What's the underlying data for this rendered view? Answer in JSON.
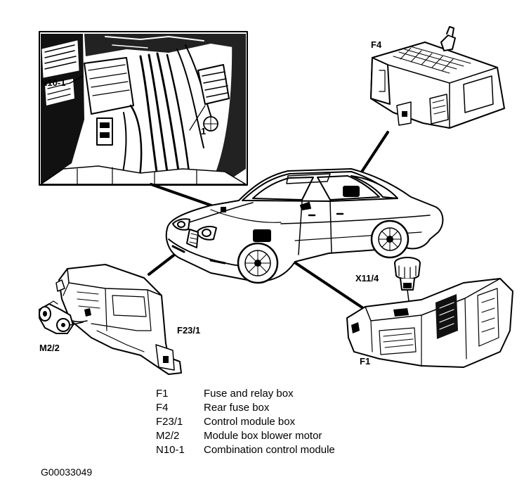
{
  "callouts": {
    "n10_1": "N10-1",
    "part_1": "1",
    "f4": "F4",
    "x11_4": "X11/4",
    "f23_1": "F23/1",
    "m2_2": "M2/2",
    "f1": "F1"
  },
  "legend": [
    {
      "code": "F1",
      "description": "Fuse and relay box"
    },
    {
      "code": "F4",
      "description": "Rear fuse box"
    },
    {
      "code": "F23/1",
      "description": "Control module box"
    },
    {
      "code": "M2/2",
      "description": "Module box blower motor"
    },
    {
      "code": "N10-1",
      "description": "Combination control module"
    }
  ],
  "figure_id": "G00033049",
  "colors": {
    "ink": "#000000",
    "paper": "#ffffff"
  }
}
